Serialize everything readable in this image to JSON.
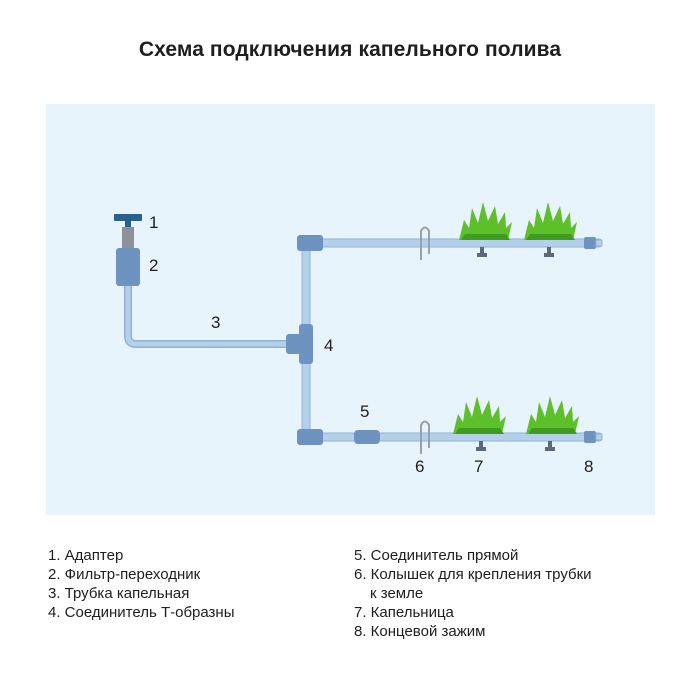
{
  "title": "Схема подключения капельного полива",
  "callouts": [
    "1",
    "2",
    "3",
    "4",
    "5",
    "6",
    "7",
    "8"
  ],
  "legend_left": [
    "1. Адаптер",
    "2. Фильтр-переходник",
    "3. Трубка капельная",
    "4. Соединитель Т-образны"
  ],
  "legend_right": [
    "5. Соединитель прямой",
    "6. Колышек для крепления трубки",
    "к земле",
    "7. Капельница",
    "8. Концевой зажим"
  ],
  "colors": {
    "panel_bg": "#e8f4fb",
    "tube_fill": "#b5d0ea",
    "tube_stroke": "#8fb3d6",
    "connector": "#6f93c0",
    "valve_handle": "#2b5f8c",
    "valve_stem": "#8c9297",
    "plant": "#5dbf2a",
    "plant_dark": "#3f9c1e",
    "stake": "#9aa0a6",
    "dripper": "#5a6a7a"
  }
}
